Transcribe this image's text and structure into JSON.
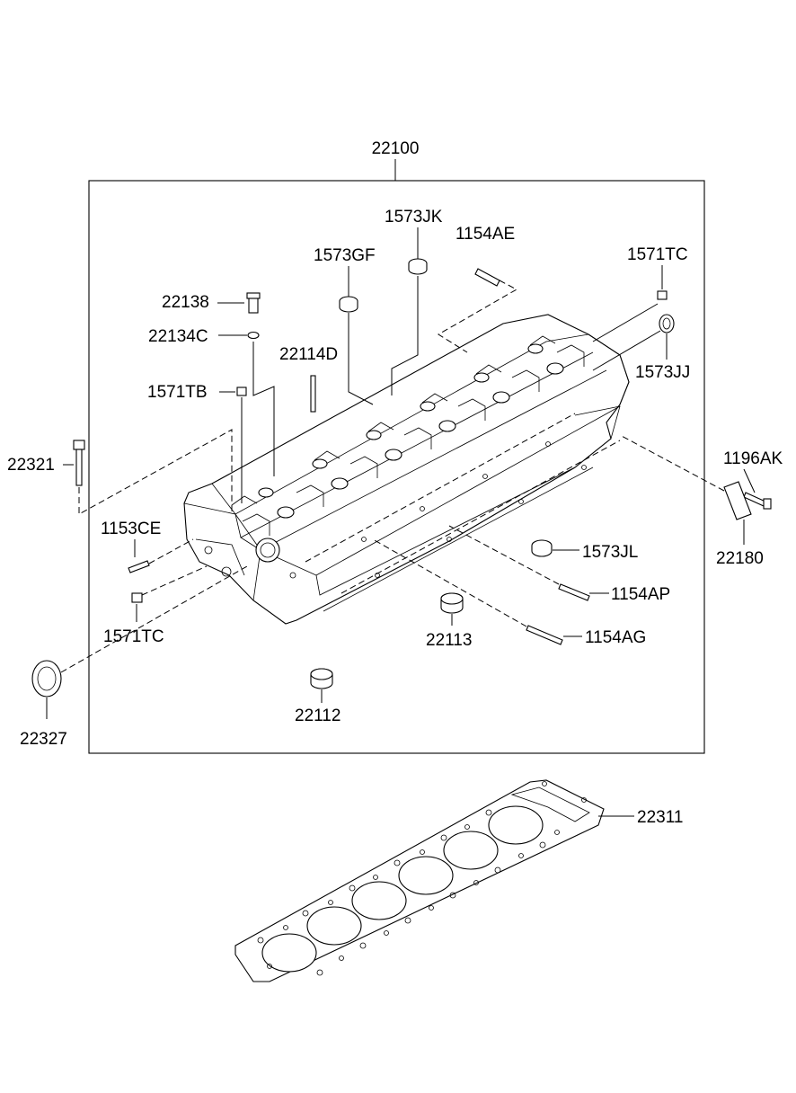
{
  "diagram": {
    "assembly_label": "22100",
    "callouts": {
      "p1573JK": "1573JK",
      "p1154AE": "1154AE",
      "p1573GF": "1573GF",
      "p1571TC_top": "1571TC",
      "p22138": "22138",
      "p22134C": "22134C",
      "p22114D": "22114D",
      "p1573JJ": "1573JJ",
      "p1571TB": "1571TB",
      "p22321": "22321",
      "p1196AK": "1196AK",
      "p1153CE": "1153CE",
      "p22180": "22180",
      "p1573JL": "1573JL",
      "p1154AP": "1154AP",
      "p1571TC_bottom": "1571TC",
      "p22113": "22113",
      "p1154AG": "1154AG",
      "p22327": "22327",
      "p22112": "22112",
      "p22311": "22311"
    }
  }
}
